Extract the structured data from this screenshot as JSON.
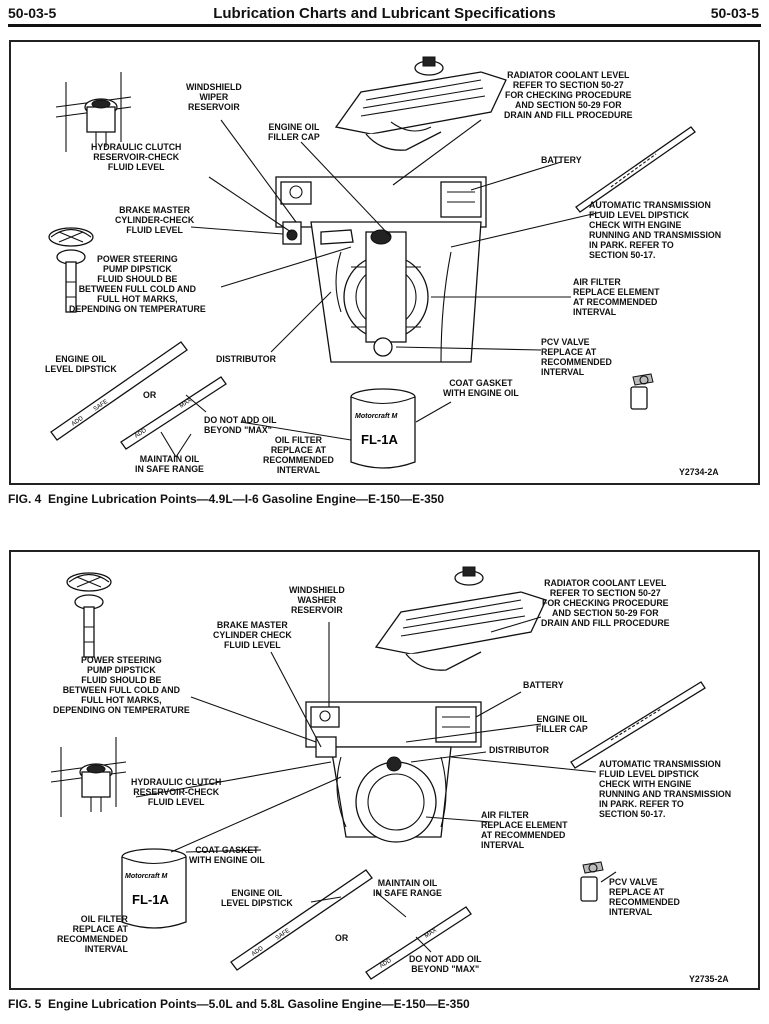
{
  "header": {
    "page_left": "50-03-5",
    "title": "Lubrication Charts and Lubricant Specifications",
    "page_right": "50-03-5"
  },
  "fig4": {
    "caption": "FIG. 4  Engine Lubrication Points—4.9L—I-6 Gasoline Engine—E-150—E-350",
    "code": "Y2734-2A",
    "labels": {
      "windshield_wiper_reservoir": "WINDSHIELD\nWIPER\nRESERVOIR",
      "radiator_coolant": "RADIATOR COOLANT LEVEL\nREFER TO SECTION 50-27\nFOR CHECKING PROCEDURE\nAND SECTION 50-29 FOR\nDRAIN AND FILL PROCEDURE",
      "engine_oil_filler_cap": "ENGINE OIL\nFILLER CAP",
      "hydraulic_clutch": "HYDRAULIC CLUTCH\nRESERVOIR-CHECK\nFLUID LEVEL",
      "battery": "BATTERY",
      "brake_master": "BRAKE MASTER\nCYLINDER-CHECK\nFLUID LEVEL",
      "auto_trans": "AUTOMATIC TRANSMISSION\nFLUID LEVEL DIPSTICK\nCHECK WITH ENGINE\nRUNNING AND TRANSMISSION\nIN PARK. REFER TO\nSECTION 50-17.",
      "power_steering": "POWER STEERING\nPUMP DIPSTICK\nFLUID SHOULD BE\nBETWEEN FULL COLD AND\nFULL HOT MARKS,\nDEPENDING ON TEMPERATURE",
      "air_filter": "AIR FILTER\nREPLACE ELEMENT\nAT RECOMMENDED\nINTERVAL",
      "engine_oil_dipstick": "ENGINE OIL\nLEVEL DIPSTICK",
      "distributor": "DISTRIBUTOR",
      "pcv_valve": "PCV VALVE\nREPLACE AT\nRECOMMENDED\nINTERVAL",
      "or": "OR",
      "coat_gasket": "COAT GASKET\nWITH ENGINE OIL",
      "do_not_add": "DO NOT ADD OIL\nBEYOND \"MAX\"",
      "oil_filter": "OIL FILTER\nREPLACE AT\nRECOMMENDED\nINTERVAL",
      "maintain_oil": "MAINTAIN OIL\nIN SAFE RANGE"
    }
  },
  "fig5": {
    "caption": "FIG. 5  Engine Lubrication Points—5.0L and 5.8L Gasoline Engine—E-150—E-350",
    "code": "Y2735-2A",
    "labels": {
      "windshield_washer_reservoir": "WINDSHIELD\nWASHER\nRESERVOIR",
      "radiator_coolant": "RADIATOR COOLANT LEVEL\nREFER TO SECTION 50-27\nFOR CHECKING PROCEDURE\nAND SECTION 50-29 FOR\nDRAIN AND FILL PROCEDURE",
      "brake_master": "BRAKE MASTER\nCYLINDER CHECK\nFLUID LEVEL",
      "power_steering": "POWER STEERING\nPUMP DIPSTICK\nFLUID SHOULD BE\nBETWEEN FULL COLD AND\nFULL HOT MARKS,\nDEPENDING ON TEMPERATURE",
      "battery": "BATTERY",
      "engine_oil_filler_cap": "ENGINE OIL\nFILLER CAP",
      "distributor": "DISTRIBUTOR",
      "hydraulic_clutch": "HYDRAULIC CLUTCH\nRESERVOIR-CHECK\nFLUID LEVEL",
      "auto_trans": "AUTOMATIC TRANSMISSION\nFLUID LEVEL DIPSTICK\nCHECK WITH ENGINE\nRUNNING AND TRANSMISSION\nIN PARK. REFER TO\nSECTION 50-17.",
      "air_filter": "AIR FILTER\nREPLACE ELEMENT\nAT RECOMMENDED\nINTERVAL",
      "coat_gasket": "COAT GASKET\nWITH ENGINE OIL",
      "maintain_oil": "MAINTAIN OIL\nIN SAFE RANGE",
      "engine_oil_dipstick": "ENGINE OIL\nLEVEL DIPSTICK",
      "pcv_valve": "PCV VALVE\nREPLACE AT\nRECOMMENDED\nINTERVAL",
      "oil_filter": "OIL FILTER\nREPLACE AT\nRECOMMENDED\nINTERVAL",
      "or": "OR",
      "do_not_add": "DO NOT ADD OIL\nBEYOND \"MAX\""
    }
  },
  "art_text": {
    "filter_brand": "Motorcraft M",
    "filter_model": "FL-1A",
    "dipstick_add": "ADD",
    "dipstick_safe": "SAFE",
    "dipstick_max": "MAX"
  }
}
